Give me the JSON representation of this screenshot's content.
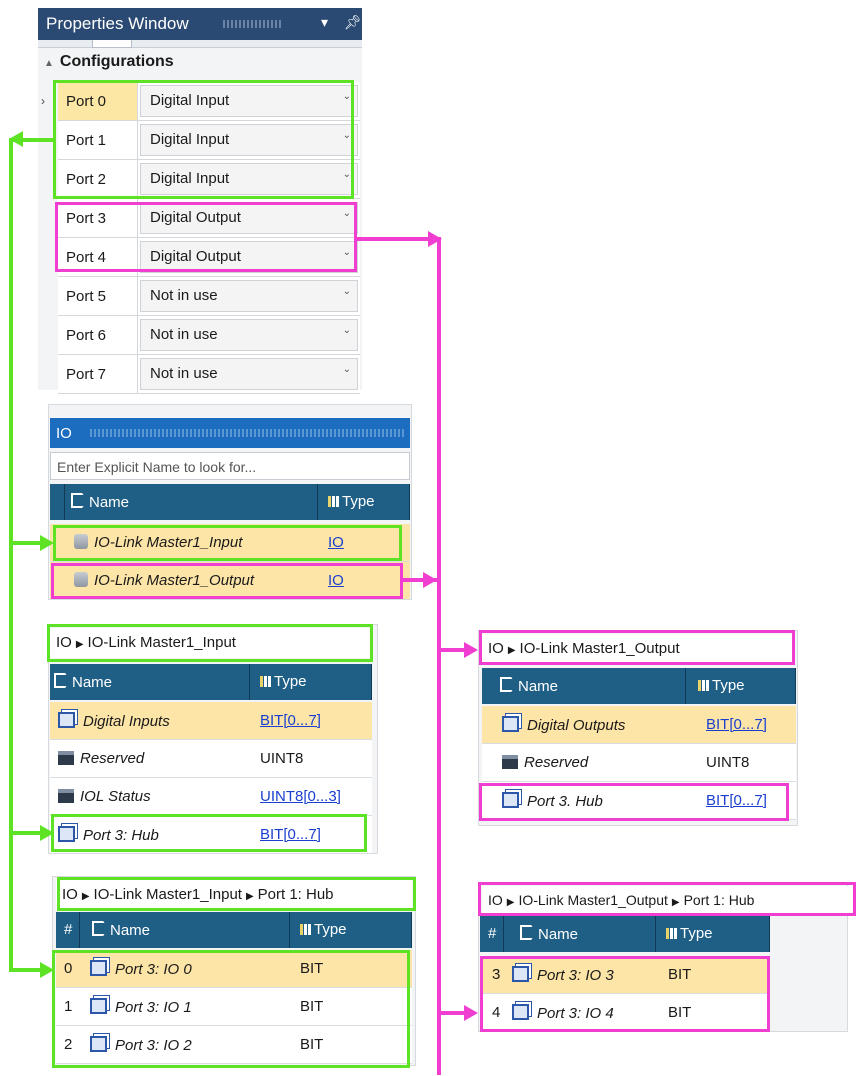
{
  "properties_window": {
    "title": "Properties Window",
    "section": "Configurations",
    "ports": [
      {
        "label": "Port 0",
        "value": "Digital Input"
      },
      {
        "label": "Port 1",
        "value": "Digital Input"
      },
      {
        "label": "Port 2",
        "value": "Digital Input"
      },
      {
        "label": "Port 3",
        "value": "Digital Output"
      },
      {
        "label": "Port 4",
        "value": "Digital Output"
      },
      {
        "label": "Port 5",
        "value": "Not in use"
      },
      {
        "label": "Port 6",
        "value": "Not in use"
      },
      {
        "label": "Port 7",
        "value": "Not in use"
      }
    ]
  },
  "io_panel": {
    "title": "IO",
    "search_placeholder": "Enter Explicit Name to look for...",
    "col_name": "Name",
    "col_type": "Type",
    "rows": [
      {
        "name": "IO-Link Master1_Input",
        "type": "IO"
      },
      {
        "name": "IO-Link Master1_Output",
        "type": "IO"
      }
    ]
  },
  "input_panel": {
    "breadcrumb": [
      "IO",
      "IO-Link Master1_Input"
    ],
    "col_name": "Name",
    "col_type": "Type",
    "rows": [
      {
        "name": "Digital Inputs",
        "type": "BIT[0...7]"
      },
      {
        "name": "Reserved",
        "type": "UINT8"
      },
      {
        "name": "IOL Status",
        "type": "UINT8[0...3]"
      },
      {
        "name": "Port 3: Hub",
        "type": "BIT[0...7]"
      }
    ]
  },
  "output_panel": {
    "breadcrumb": [
      "IO",
      "IO-Link Master1_Output"
    ],
    "col_name": "Name",
    "col_type": "Type",
    "rows": [
      {
        "name": "Digital Outputs",
        "type": "BIT[0...7]"
      },
      {
        "name": "Reserved",
        "type": "UINT8"
      },
      {
        "name": "Port 3. Hub",
        "type": "BIT[0...7]"
      }
    ]
  },
  "input_hub_panel": {
    "breadcrumb": [
      "IO",
      "IO-Link Master1_Input",
      "Port 1: Hub"
    ],
    "col_num": "#",
    "col_name": "Name",
    "col_type": "Type",
    "rows": [
      {
        "num": "0",
        "name_prefix": "Port 3:",
        "name": "IO 0",
        "type": "BIT"
      },
      {
        "num": "1",
        "name_prefix": "Port 3:",
        "name": "IO 1",
        "type": "BIT"
      },
      {
        "num": "2",
        "name_prefix": "Port 3:",
        "name": "IO 2",
        "type": "BIT"
      }
    ]
  },
  "output_hub_panel": {
    "breadcrumb": [
      "IO",
      "IO-Link Master1_Output",
      "Port 1: Hub"
    ],
    "col_num": "#",
    "col_name": "Name",
    "col_type": "Type",
    "rows": [
      {
        "num": "3",
        "name_prefix": "Port 3:",
        "name": "IO 3",
        "type": "BIT"
      },
      {
        "num": "4",
        "name_prefix": "Port 3:",
        "name": "IO 4",
        "type": "BIT"
      }
    ]
  },
  "colors": {
    "input_highlight": "#5ee324",
    "output_highlight": "#f03fd0",
    "selected_row": "#fde5a8",
    "header": "#1f5f86"
  }
}
